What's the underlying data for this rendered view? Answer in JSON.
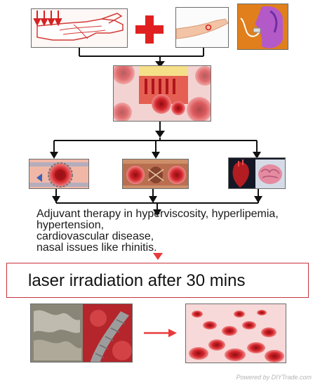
{
  "therapy_text": {
    "line1": "Adjuvant therapy in hyperviscosity, hyperlipemia,",
    "line2": "hypertension,",
    "line3": "cardiovascular disease,",
    "line4": "nasal issues like rhinitis."
  },
  "laser_label": "laser irradiation after 30 mins",
  "watermark": "Powered by DIYTrade.com",
  "colors": {
    "plus": "#e02020",
    "arrow_red": "#e83a3a",
    "box_border": "#c9343d",
    "blood": "#c71f25"
  }
}
